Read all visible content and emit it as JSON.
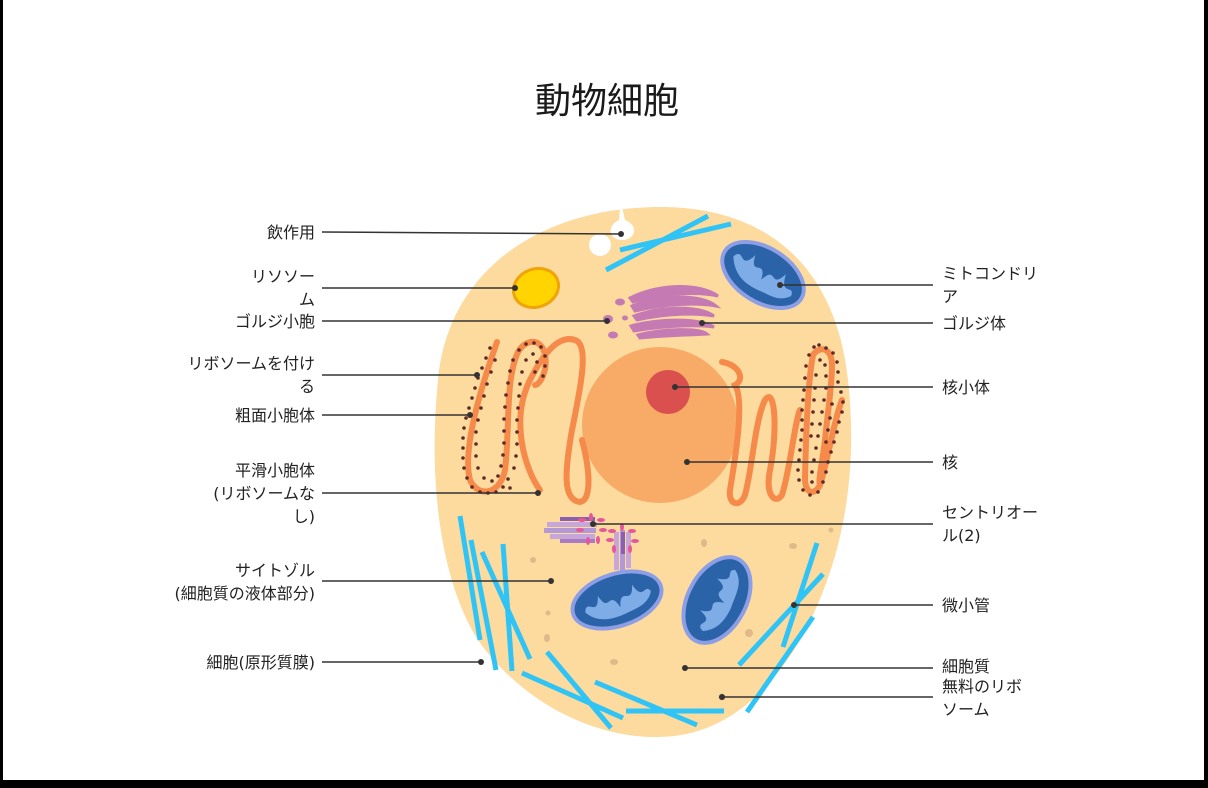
{
  "title": "動物細胞",
  "colors": {
    "cytoplasm": "#FDDA9E",
    "nucleus": "#F7AB66",
    "nucleolus": "#D9504E",
    "er": "#F58A4A",
    "ribosome_dot": "#5E2A28",
    "golgi": "#C57AB4",
    "lysosome_fill": "#FFD400",
    "lysosome_border": "#F0A30A",
    "mito_outer": "#8C9EE6",
    "mito_inner": "#2A63A8",
    "mito_cristae": "#7EACE6",
    "microtubule": "#2FC4F5",
    "centriole_light": "#C7A6D8",
    "centriole_dark": "#8A5FB0",
    "centriole_petal": "#E5579A",
    "free_ribosome": "#E0B98A",
    "leader_line": "#333333"
  },
  "labels_left": [
    {
      "id": "pinocytosis",
      "lines": [
        "飲作用"
      ]
    },
    {
      "id": "lysosome",
      "lines": [
        "リソソー",
        "ム"
      ]
    },
    {
      "id": "golgi-vesicle",
      "lines": [
        "ゴルジ小胞"
      ]
    },
    {
      "id": "ribosome-attached",
      "lines": [
        "リボソームを付け",
        "る"
      ]
    },
    {
      "id": "rough-er",
      "lines": [
        "粗面小胞体"
      ]
    },
    {
      "id": "smooth-er",
      "lines": [
        "平滑小胞体",
        "(リボソームな",
        "し)"
      ]
    },
    {
      "id": "cytosol",
      "lines": [
        "サイトゾル",
        "(細胞質の液体部分)"
      ]
    },
    {
      "id": "cell-membrane",
      "lines": [
        "細胞(原形質膜)"
      ]
    }
  ],
  "labels_right": [
    {
      "id": "mitochondria",
      "lines": [
        "ミトコンドリ",
        "ア"
      ]
    },
    {
      "id": "golgi-body",
      "lines": [
        "ゴルジ体"
      ]
    },
    {
      "id": "nucleolus",
      "lines": [
        "核小体"
      ]
    },
    {
      "id": "nucleus",
      "lines": [
        "核"
      ]
    },
    {
      "id": "centrioles",
      "lines": [
        "セントリオー",
        "ル(2)"
      ]
    },
    {
      "id": "microtubule",
      "lines": [
        "微小管"
      ]
    },
    {
      "id": "cytoplasm",
      "lines": [
        "細胞質"
      ]
    },
    {
      "id": "free-ribosome",
      "lines": [
        "無料のリボ",
        "ソーム"
      ]
    }
  ]
}
